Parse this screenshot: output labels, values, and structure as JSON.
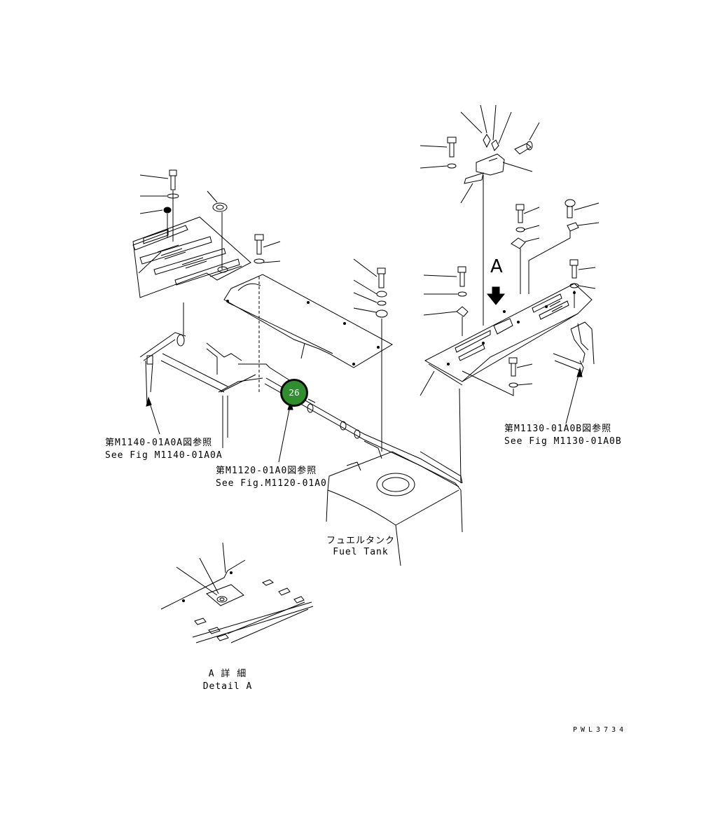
{
  "labels": {
    "ref_left_jp": "第M1140-01A0A図参照",
    "ref_left_en": "See Fig M1140-01A0A",
    "ref_center_jp": "第M1120-01A0図参照",
    "ref_center_en": "See Fig.M1120-01A0",
    "ref_right_jp": "第M1130-01A0B図参照",
    "ref_right_en": "See Fig M1130-01A0B",
    "fuel_tank_jp": "フュエルタンク",
    "fuel_tank_en": "Fuel Tank",
    "view_marker": "A",
    "detail_jp": "A 詳 細",
    "detail_en": "Detail A",
    "drawing_code": "PWL3734"
  },
  "callouts": [
    {
      "label": "26",
      "color": "#2f8f2f",
      "border": "#0b0b0b"
    }
  ]
}
